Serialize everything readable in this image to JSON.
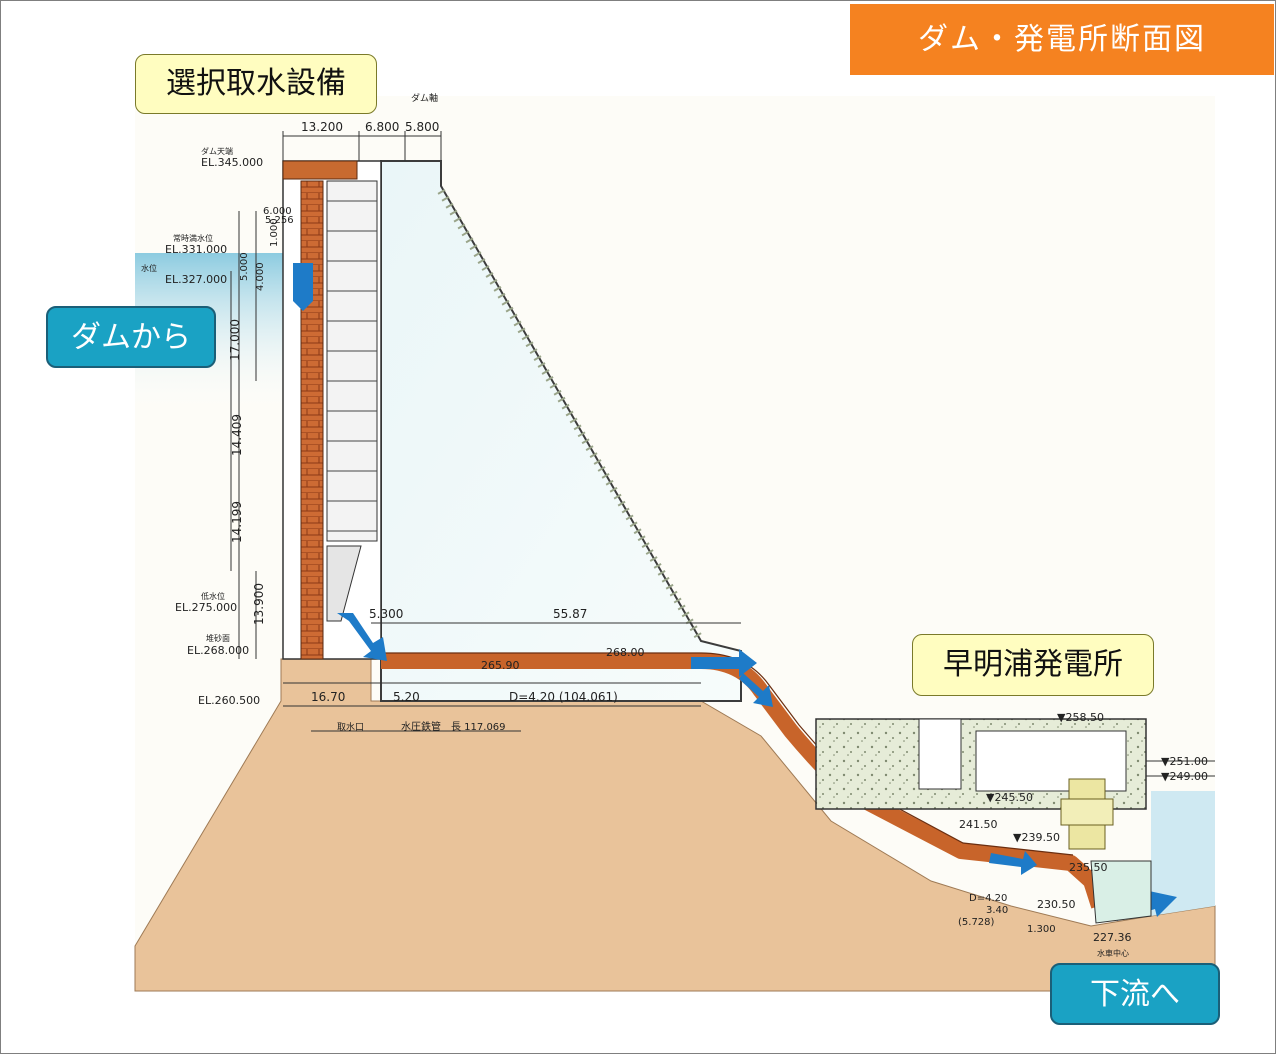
{
  "title": "ダム・発電所断面図",
  "callouts": {
    "intake": "選択取水設備",
    "from_dam": "ダムから",
    "power_station": "早明浦発電所",
    "downstream": "下流へ"
  },
  "top_dimensions": {
    "d1": "13.200",
    "d2": "6.800",
    "d3": "5.800",
    "dam_axis": "ダム軸"
  },
  "left_labels": {
    "crest_name": "ダム天端",
    "crest_el": "EL.345.000",
    "flood_name": "常時満水位",
    "flood_el": "EL.331.000",
    "water_name": "水位",
    "water_el": "EL.327.000",
    "low_name": "低水位",
    "low_el": "EL.275.000",
    "sand_name": "堆砂面",
    "sand_el": "EL.268.000",
    "base_el": "EL.260.500"
  },
  "vertical_dims": [
    "1.000",
    "5.256",
    "5.000",
    "4.000",
    "17.000",
    "14.409",
    "14.199",
    "13.900"
  ],
  "small_dims": {
    "d6": "6.000"
  },
  "bottom_dims": {
    "d5_300": "5.300",
    "d55_87": "55.87",
    "d16_70": "16.70",
    "d5_20": "5.20",
    "pipe_diameter": "D=4.20 (104.061)",
    "intake_name": "取水口",
    "penstock_name": "水圧鉄管　長 117.069"
  },
  "water_levels": {
    "w1": "265.90",
    "w2": "268.00"
  },
  "plant_levels": {
    "l258": "▼258.50",
    "l251": "▼251.00",
    "l249": "▼249.00",
    "l245": "▼245.50",
    "l241": "241.50",
    "l239": "▼239.50",
    "l235": "235.50",
    "l230": "230.50",
    "l227": "227.36",
    "d420": "D=4.20",
    "d340": "3.40",
    "d5728": "(5.728)",
    "d1300": "1.300",
    "turbine_center": "水車中心"
  },
  "colors": {
    "title_bg": "#f58220",
    "callout_yellow": "#fffdc0",
    "callout_teal": "#1aa2c4",
    "ground": "#e9c39a",
    "penstock": "#c8642a",
    "flow_arrow": "#1e7bc8",
    "water": "#a9d8ea"
  }
}
